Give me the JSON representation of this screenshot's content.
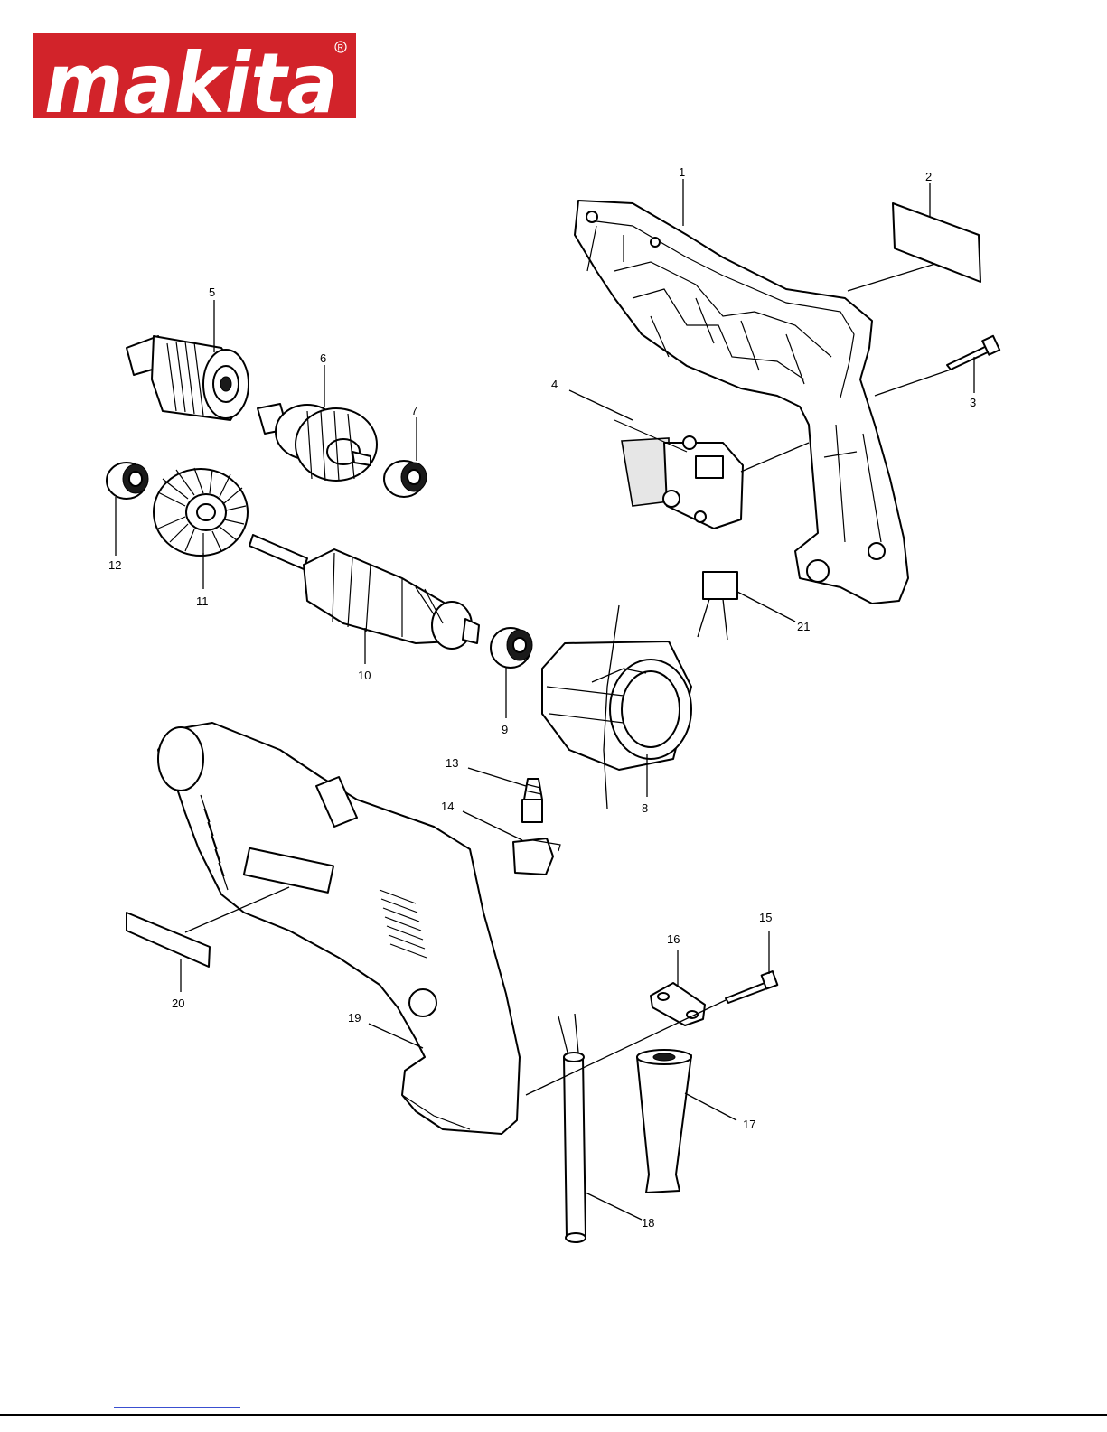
{
  "brand": {
    "name": "makita",
    "registered": "®",
    "color": "#d2232a"
  },
  "labels": [
    "1",
    "2",
    "3",
    "4",
    "5",
    "6",
    "7",
    "8",
    "9",
    "10",
    "11",
    "12",
    "13",
    "14",
    "15",
    "16",
    "17",
    "18",
    "19",
    "20",
    "21"
  ]
}
